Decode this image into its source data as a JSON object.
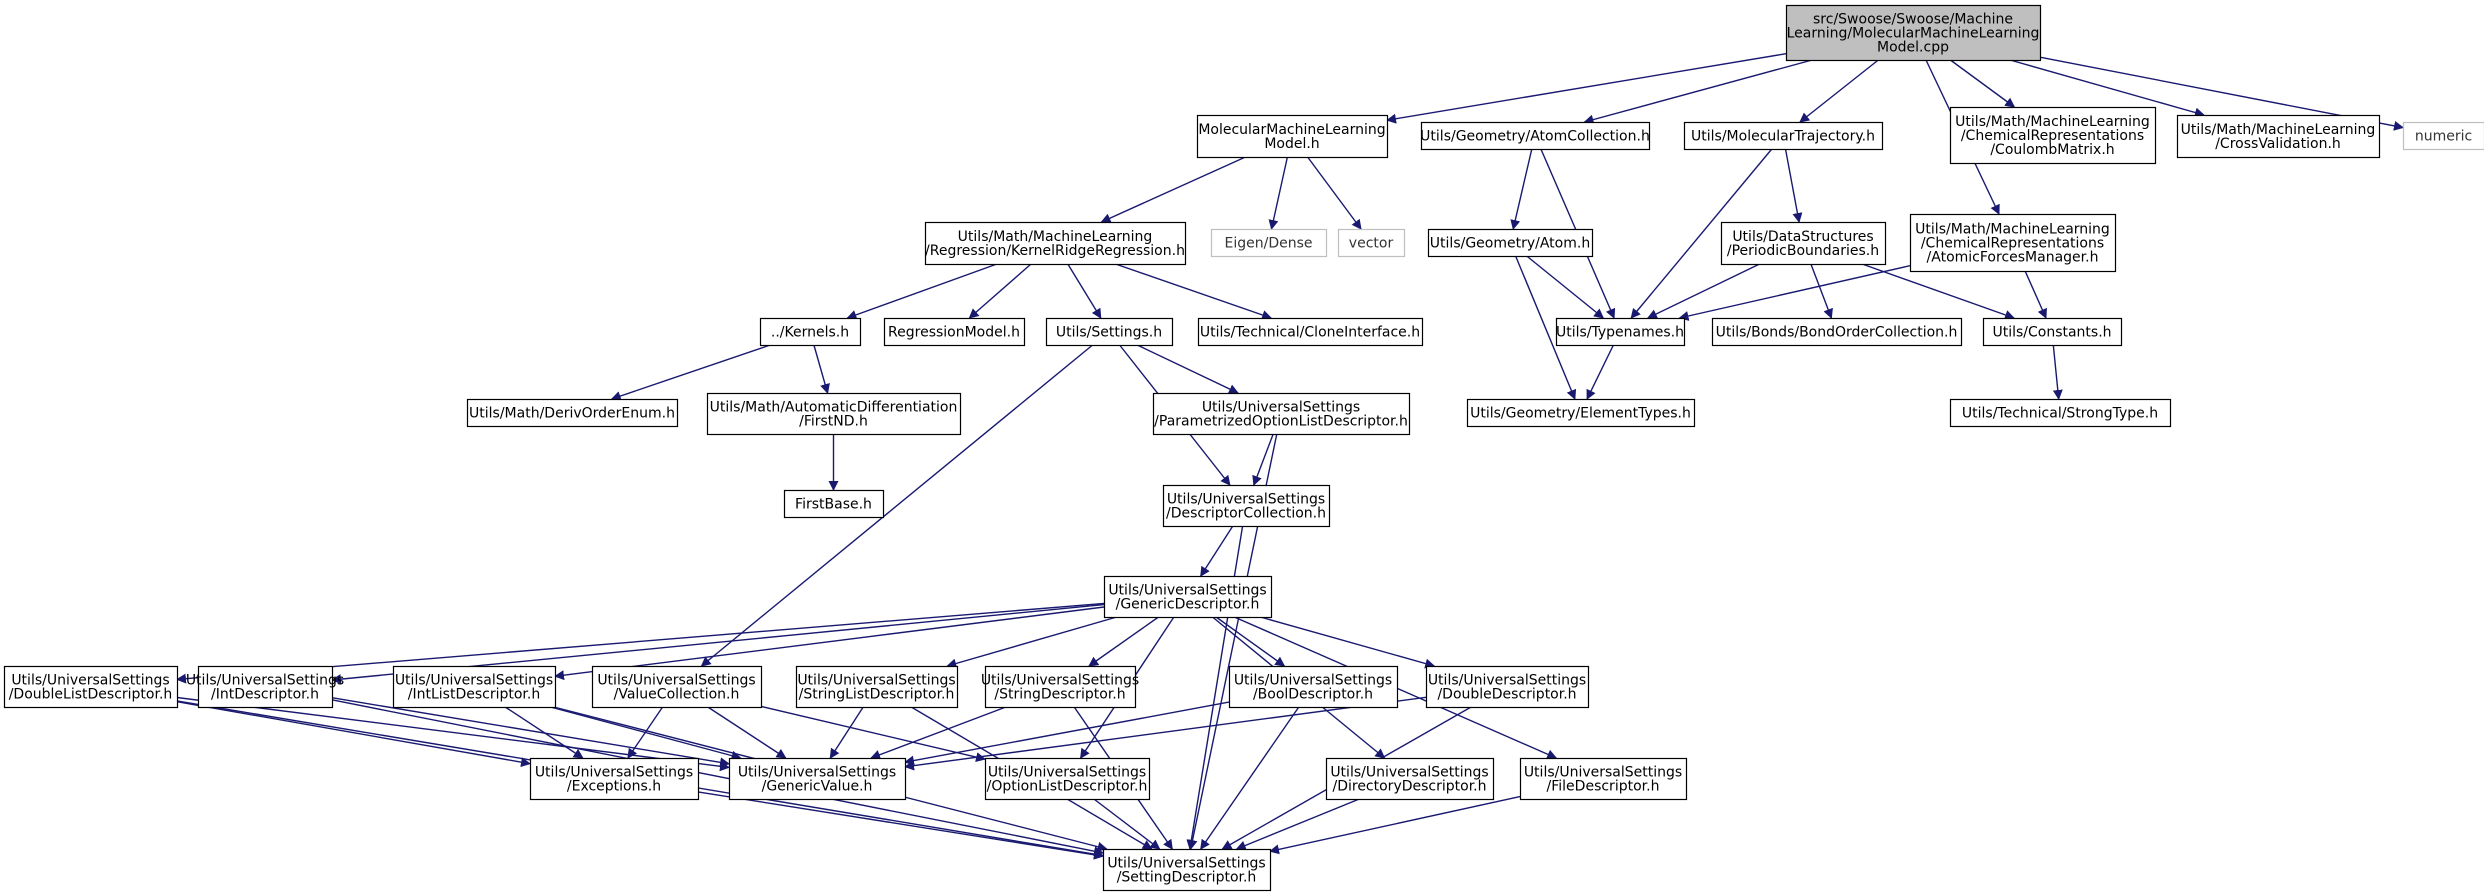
{
  "colors": {
    "edge": "#191970",
    "box_stroke": "#000000",
    "box_fill": "#ffffff",
    "root_fill": "#bfbfbf",
    "external_stroke": "#bfbfbf"
  },
  "nodes": [
    {
      "id": "root",
      "lines": [
        "src/Swoose/Swoose/Machine",
        "Learning/MolecularMachineLearning",
        "Model.cpp"
      ],
      "kind": "root"
    },
    {
      "id": "mmlm",
      "lines": [
        "MolecularMachineLearning",
        "Model.h"
      ],
      "kind": "normal"
    },
    {
      "id": "atomcoll",
      "lines": [
        "Utils/Geometry/AtomCollection.h"
      ],
      "kind": "normal"
    },
    {
      "id": "moltraj",
      "lines": [
        "Utils/MolecularTrajectory.h"
      ],
      "kind": "normal"
    },
    {
      "id": "coulomb",
      "lines": [
        "Utils/Math/MachineLearning",
        "/ChemicalRepresentations",
        "/CoulombMatrix.h"
      ],
      "kind": "normal"
    },
    {
      "id": "crossval",
      "lines": [
        "Utils/Math/MachineLearning",
        "/CrossValidation.h"
      ],
      "kind": "normal"
    },
    {
      "id": "numeric",
      "lines": [
        "numeric"
      ],
      "kind": "external"
    },
    {
      "id": "krr",
      "lines": [
        "Utils/Math/MachineLearning",
        "/Regression/KernelRidgeRegression.h"
      ],
      "kind": "normal"
    },
    {
      "id": "eigen",
      "lines": [
        "Eigen/Dense"
      ],
      "kind": "external"
    },
    {
      "id": "vector",
      "lines": [
        "vector"
      ],
      "kind": "external"
    },
    {
      "id": "atom",
      "lines": [
        "Utils/Geometry/Atom.h"
      ],
      "kind": "normal"
    },
    {
      "id": "periodic",
      "lines": [
        "Utils/DataStructures",
        "/PeriodicBoundaries.h"
      ],
      "kind": "normal"
    },
    {
      "id": "afm",
      "lines": [
        "Utils/Math/MachineLearning",
        "/ChemicalRepresentations",
        "/AtomicForcesManager.h"
      ],
      "kind": "normal"
    },
    {
      "id": "kernels",
      "lines": [
        "../Kernels.h"
      ],
      "kind": "normal"
    },
    {
      "id": "regmodel",
      "lines": [
        "RegressionModel.h"
      ],
      "kind": "normal"
    },
    {
      "id": "settings",
      "lines": [
        "Utils/Settings.h"
      ],
      "kind": "normal"
    },
    {
      "id": "clone",
      "lines": [
        "Utils/Technical/CloneInterface.h"
      ],
      "kind": "normal"
    },
    {
      "id": "typenames",
      "lines": [
        "Utils/Typenames.h"
      ],
      "kind": "normal"
    },
    {
      "id": "bondorder",
      "lines": [
        "Utils/Bonds/BondOrderCollection.h"
      ],
      "kind": "normal"
    },
    {
      "id": "constants",
      "lines": [
        "Utils/Constants.h"
      ],
      "kind": "normal"
    },
    {
      "id": "derivorder",
      "lines": [
        "Utils/Math/DerivOrderEnum.h"
      ],
      "kind": "normal"
    },
    {
      "id": "firstnd",
      "lines": [
        "Utils/Math/AutomaticDifferentiation",
        "/FirstND.h"
      ],
      "kind": "normal"
    },
    {
      "id": "paramopt",
      "lines": [
        "Utils/UniversalSettings",
        "/ParametrizedOptionListDescriptor.h"
      ],
      "kind": "normal"
    },
    {
      "id": "elemtypes",
      "lines": [
        "Utils/Geometry/ElementTypes.h"
      ],
      "kind": "normal"
    },
    {
      "id": "strongtype",
      "lines": [
        "Utils/Technical/StrongType.h"
      ],
      "kind": "normal"
    },
    {
      "id": "firstbase",
      "lines": [
        "FirstBase.h"
      ],
      "kind": "normal"
    },
    {
      "id": "desccoll",
      "lines": [
        "Utils/UniversalSettings",
        "/DescriptorCollection.h"
      ],
      "kind": "normal"
    },
    {
      "id": "generic",
      "lines": [
        "Utils/UniversalSettings",
        "/GenericDescriptor.h"
      ],
      "kind": "normal"
    },
    {
      "id": "doublelist",
      "lines": [
        "Utils/UniversalSettings",
        "/DoubleListDescriptor.h"
      ],
      "kind": "normal"
    },
    {
      "id": "intdesc",
      "lines": [
        "Utils/UniversalSettings",
        "/IntDescriptor.h"
      ],
      "kind": "normal"
    },
    {
      "id": "intlist",
      "lines": [
        "Utils/UniversalSettings",
        "/IntListDescriptor.h"
      ],
      "kind": "normal"
    },
    {
      "id": "valuecoll",
      "lines": [
        "Utils/UniversalSettings",
        "/ValueCollection.h"
      ],
      "kind": "normal"
    },
    {
      "id": "strlist",
      "lines": [
        "Utils/UniversalSettings",
        "/StringListDescriptor.h"
      ],
      "kind": "normal"
    },
    {
      "id": "strdesc",
      "lines": [
        "Utils/UniversalSettings",
        "/StringDescriptor.h"
      ],
      "kind": "normal"
    },
    {
      "id": "booldesc",
      "lines": [
        "Utils/UniversalSettings",
        "/BoolDescriptor.h"
      ],
      "kind": "normal"
    },
    {
      "id": "doubledesc",
      "lines": [
        "Utils/UniversalSettings",
        "/DoubleDescriptor.h"
      ],
      "kind": "normal"
    },
    {
      "id": "exceptions",
      "lines": [
        "Utils/UniversalSettings",
        "/Exceptions.h"
      ],
      "kind": "normal"
    },
    {
      "id": "genvalue",
      "lines": [
        "Utils/UniversalSettings",
        "/GenericValue.h"
      ],
      "kind": "normal"
    },
    {
      "id": "optlist",
      "lines": [
        "Utils/UniversalSettings",
        "/OptionListDescriptor.h"
      ],
      "kind": "normal"
    },
    {
      "id": "dirdesc",
      "lines": [
        "Utils/UniversalSettings",
        "/DirectoryDescriptor.h"
      ],
      "kind": "normal"
    },
    {
      "id": "filedesc",
      "lines": [
        "Utils/UniversalSettings",
        "/FileDescriptor.h"
      ],
      "kind": "normal"
    },
    {
      "id": "settingdesc",
      "lines": [
        "Utils/UniversalSettings",
        "/SettingDescriptor.h"
      ],
      "kind": "normal"
    }
  ],
  "edges": [
    [
      "root",
      "mmlm"
    ],
    [
      "root",
      "atomcoll"
    ],
    [
      "root",
      "moltraj"
    ],
    [
      "root",
      "afm"
    ],
    [
      "root",
      "coulomb"
    ],
    [
      "root",
      "crossval"
    ],
    [
      "root",
      "numeric"
    ],
    [
      "mmlm",
      "krr"
    ],
    [
      "mmlm",
      "eigen"
    ],
    [
      "mmlm",
      "vector"
    ],
    [
      "atomcoll",
      "atom"
    ],
    [
      "atomcoll",
      "typenames"
    ],
    [
      "moltraj",
      "typenames"
    ],
    [
      "moltraj",
      "periodic"
    ],
    [
      "afm",
      "typenames"
    ],
    [
      "afm",
      "constants"
    ],
    [
      "krr",
      "kernels"
    ],
    [
      "krr",
      "regmodel"
    ],
    [
      "krr",
      "settings"
    ],
    [
      "krr",
      "clone"
    ],
    [
      "atom",
      "typenames"
    ],
    [
      "atom",
      "elemtypes"
    ],
    [
      "periodic",
      "typenames"
    ],
    [
      "periodic",
      "bondorder"
    ],
    [
      "periodic",
      "constants"
    ],
    [
      "typenames",
      "elemtypes"
    ],
    [
      "constants",
      "strongtype"
    ],
    [
      "kernels",
      "derivorder"
    ],
    [
      "kernels",
      "firstnd"
    ],
    [
      "firstnd",
      "firstbase"
    ],
    [
      "settings",
      "paramopt"
    ],
    [
      "settings",
      "desccoll"
    ],
    [
      "settings",
      "valuecoll"
    ],
    [
      "paramopt",
      "desccoll"
    ],
    [
      "paramopt",
      "settingdesc"
    ],
    [
      "desccoll",
      "generic"
    ],
    [
      "desccoll",
      "settingdesc"
    ],
    [
      "generic",
      "doublelist"
    ],
    [
      "generic",
      "intdesc"
    ],
    [
      "generic",
      "intlist"
    ],
    [
      "generic",
      "strlist"
    ],
    [
      "generic",
      "strdesc"
    ],
    [
      "generic",
      "booldesc"
    ],
    [
      "generic",
      "doubledesc"
    ],
    [
      "generic",
      "optlist"
    ],
    [
      "generic",
      "dirdesc"
    ],
    [
      "generic",
      "filedesc"
    ],
    [
      "doublelist",
      "exceptions"
    ],
    [
      "doublelist",
      "genvalue"
    ],
    [
      "doublelist",
      "settingdesc"
    ],
    [
      "intdesc",
      "genvalue"
    ],
    [
      "intdesc",
      "settingdesc"
    ],
    [
      "intlist",
      "exceptions"
    ],
    [
      "intlist",
      "genvalue"
    ],
    [
      "intlist",
      "settingdesc"
    ],
    [
      "valuecoll",
      "exceptions"
    ],
    [
      "valuecoll",
      "genvalue"
    ],
    [
      "valuecoll",
      "optlist"
    ],
    [
      "strlist",
      "genvalue"
    ],
    [
      "strlist",
      "settingdesc"
    ],
    [
      "strdesc",
      "genvalue"
    ],
    [
      "strdesc",
      "settingdesc"
    ],
    [
      "booldesc",
      "genvalue"
    ],
    [
      "booldesc",
      "settingdesc"
    ],
    [
      "doubledesc",
      "genvalue"
    ],
    [
      "doubledesc",
      "settingdesc"
    ],
    [
      "exceptions",
      "settingdesc"
    ],
    [
      "optlist",
      "settingdesc"
    ],
    [
      "dirdesc",
      "settingdesc"
    ],
    [
      "filedesc",
      "settingdesc"
    ]
  ]
}
